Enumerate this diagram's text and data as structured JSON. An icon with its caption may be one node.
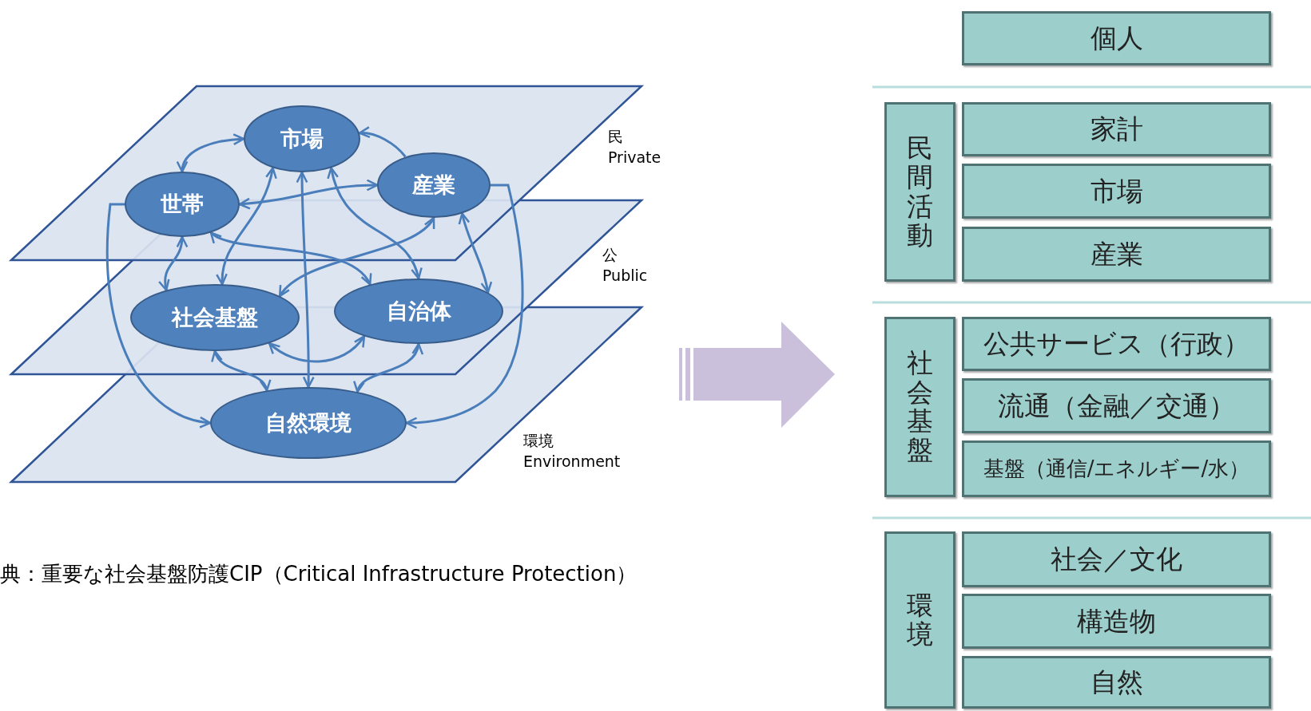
{
  "diagram": {
    "caption": "典：重要な社会基盤防護CIP（Critical Infrastructure Protection）",
    "nodes": [
      {
        "text": [
          "市場"
        ]
      },
      {
        "text": [
          "世帯"
        ]
      },
      {
        "text": [
          "産業"
        ]
      },
      {
        "text": [
          "社会基盤"
        ]
      },
      {
        "text": [
          "自治体"
        ]
      },
      {
        "text": [
          "自然環境"
        ]
      },
      {
        "text": [
          "個人"
        ]
      },
      {
        "text": [
          "民間活動"
        ]
      },
      {
        "text": [
          "家計"
        ]
      },
      {
        "text": [
          "市場"
        ]
      },
      {
        "text": [
          "産業"
        ]
      },
      {
        "text": [
          "社会基盤"
        ]
      },
      {
        "text": [
          "公共サービス（行政）"
        ]
      },
      {
        "text": [
          "流通（金融／交通）"
        ]
      },
      {
        "text": [
          "基盤（通信/エネルギー/水）"
        ]
      },
      {
        "text": [
          "環境"
        ]
      },
      {
        "text": [
          "社会／文化"
        ]
      },
      {
        "text": [
          "構造物"
        ]
      },
      {
        "text": [
          "自然"
        ]
      }
    ],
    "edges": [
      {
        "from": 1,
        "to": 0,
        "arrow": "both"
      },
      {
        "from": 2,
        "to": 0,
        "arrow": "to"
      },
      {
        "from": 1,
        "to": 2,
        "arrow": "both"
      },
      {
        "from": 0,
        "to": 3,
        "arrow": "both"
      },
      {
        "from": 0,
        "to": 5,
        "arrow": "both"
      },
      {
        "from": 0,
        "to": 4,
        "arrow": "both"
      },
      {
        "from": 1,
        "to": 3,
        "arrow": "both"
      },
      {
        "from": 1,
        "to": 4,
        "arrow": "both"
      },
      {
        "from": 2,
        "to": 3,
        "arrow": "both"
      },
      {
        "from": 2,
        "to": 4,
        "arrow": "both"
      },
      {
        "from": 1,
        "to": 5,
        "arrow": "to"
      },
      {
        "from": 2,
        "to": 5,
        "arrow": "to"
      },
      {
        "from": 3,
        "to": 4,
        "arrow": "both"
      },
      {
        "from": 3,
        "to": 5,
        "arrow": "both"
      },
      {
        "from": 4,
        "to": 5,
        "arrow": "both"
      }
    ],
    "labels": [
      "民",
      "Private",
      "公",
      "Public",
      "環境",
      "Environment"
    ]
  }
}
